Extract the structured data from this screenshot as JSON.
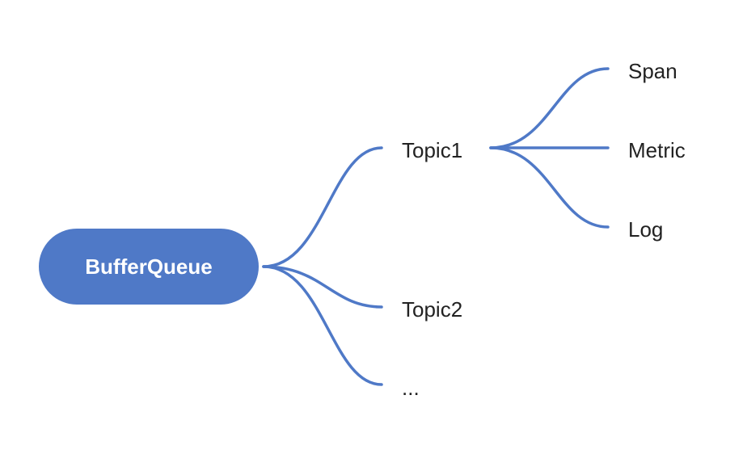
{
  "colors": {
    "accent": "#4f79c7",
    "text": "#222222",
    "background": "#ffffff"
  },
  "root": {
    "label": "BufferQueue"
  },
  "branches": [
    {
      "label": "Topic1",
      "children": [
        {
          "label": "Span"
        },
        {
          "label": "Metric"
        },
        {
          "label": "Log"
        }
      ]
    },
    {
      "label": "Topic2",
      "children": []
    },
    {
      "label": "...",
      "children": []
    }
  ]
}
